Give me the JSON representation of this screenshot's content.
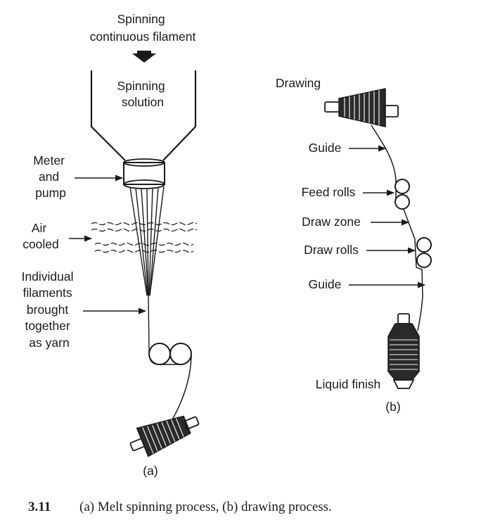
{
  "panel_a": {
    "spinning_continuous_filament": [
      "Spinning",
      "continuous filament"
    ],
    "spinning_solution": [
      "Spinning",
      "solution"
    ],
    "meter_and_pump": [
      "Meter",
      "and",
      "pump"
    ],
    "air_cooled": [
      "Air",
      "cooled"
    ],
    "individual_filaments": [
      "Individual",
      "filaments",
      "brought",
      "together",
      "as yarn"
    ],
    "panel_label": "(a)"
  },
  "panel_b": {
    "drawing": "Drawing",
    "guide_top": "Guide",
    "feed_rolls": "Feed rolls",
    "draw_zone": "Draw zone",
    "draw_rolls": "Draw rolls",
    "guide_bottom": "Guide",
    "liquid_finish": "Liquid finish",
    "panel_label": "(b)"
  },
  "caption": {
    "number": "3.11",
    "text": "(a) Melt spinning process, (b) drawing process."
  },
  "icons": {
    "down_arrow": "thick-down-arrow-icon",
    "spool": "yarn-spool-icon",
    "bobbin": "yarn-bobbin-icon",
    "roller": "roller-pair-icon"
  }
}
